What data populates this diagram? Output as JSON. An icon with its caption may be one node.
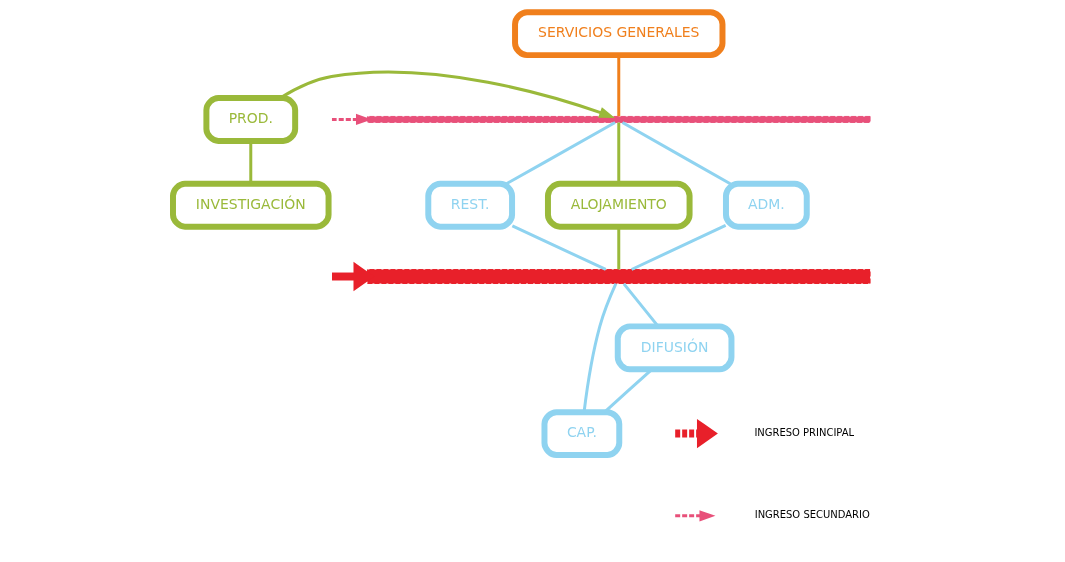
{
  "diagram": {
    "nodes": [
      {
        "text": [
          "SERVICIOS GENERALES"
        ]
      },
      {
        "text": [],
        "shape": "bar"
      },
      {
        "text": [
          "ADM."
        ]
      },
      {
        "text": [
          "REST."
        ]
      },
      {
        "text": [
          "ALOJAMIENTO"
        ]
      },
      {
        "text": [
          "PROD."
        ]
      },
      {
        "text": [],
        "shape": "bar"
      },
      {
        "text": [
          "INVESTIGACIÓN"
        ]
      },
      {
        "text": [
          "DIFUSIÓN"
        ]
      },
      {
        "text": [
          "CAP."
        ]
      }
    ],
    "edges": [
      {
        "from": null,
        "to": 1,
        "arrow": "to",
        "style": "dashed",
        "color": "#e8507a"
      },
      {
        "from": 0,
        "to": 1,
        "arrow": "none",
        "color": "#f07f1c"
      },
      {
        "from": 1,
        "to": 2,
        "arrow": "none"
      },
      {
        "from": 1,
        "to": 3,
        "arrow": "none"
      },
      {
        "from": 1,
        "to": 4,
        "arrow": "none",
        "color": "#9ab93a"
      },
      {
        "from": 5,
        "to": 1,
        "arrow": "to",
        "color": "#9ab93a"
      },
      {
        "from": 5,
        "to": 7,
        "arrow": "none",
        "color": "#9ab93a"
      },
      {
        "from": 2,
        "to": 6,
        "arrow": "none"
      },
      {
        "from": 3,
        "to": 6,
        "arrow": "none"
      },
      {
        "from": 4,
        "to": 6,
        "arrow": "none",
        "color": "#9ab93a"
      },
      {
        "from": null,
        "to": 6,
        "arrow": "to",
        "style": "thick",
        "color": "#e8202a"
      },
      {
        "from": 6,
        "to": 8,
        "arrow": "none"
      },
      {
        "from": 6,
        "to": 9,
        "arrow": "none"
      },
      {
        "from": 8,
        "to": 9,
        "arrow": "none"
      }
    ],
    "legend": [
      {
        "text": "INGRESO PRINCIPAL"
      },
      {
        "text": "INGRESO SECUNDARIO"
      }
    ]
  }
}
